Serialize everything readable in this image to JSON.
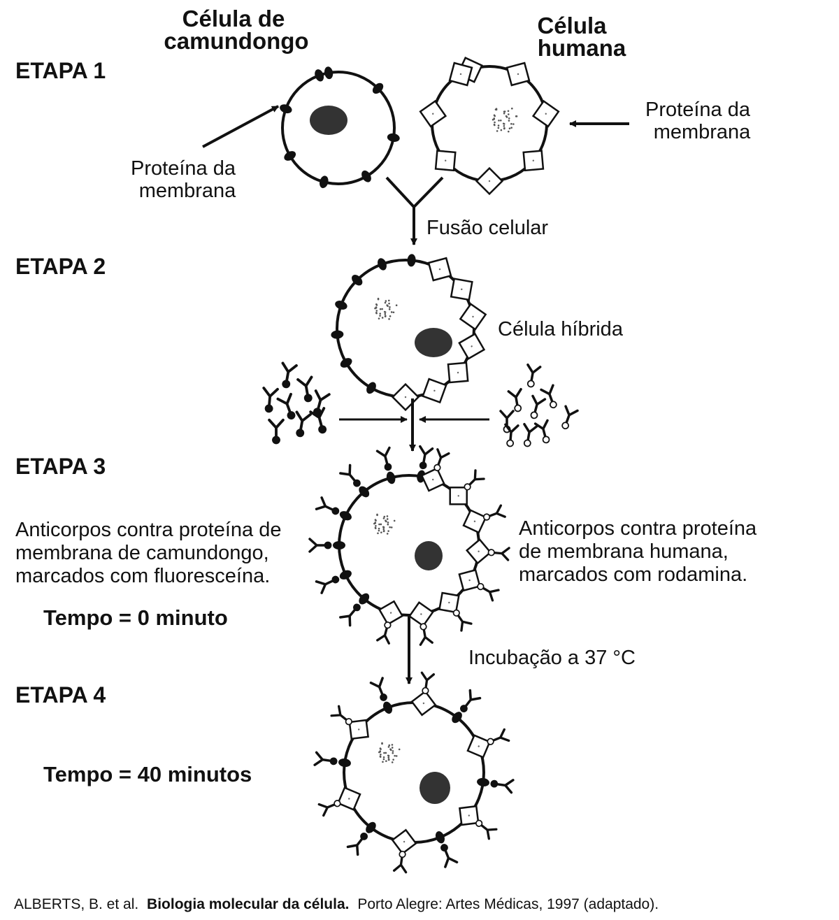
{
  "titles": {
    "mouse_line1": "Célula de",
    "mouse_line2": "camundongo",
    "human_line1": "Célula",
    "human_line2": "humana"
  },
  "stages": {
    "s1": "ETAPA 1",
    "s2": "ETAPA 2",
    "s3": "ETAPA 3",
    "s4": "ETAPA 4"
  },
  "labels": {
    "protein_left_1": "Proteína da",
    "protein_left_2": "membrana",
    "protein_right_1": "Proteína da",
    "protein_right_2": "membrana",
    "fusion": "Fusão celular",
    "hybrid": "Célula híbrida",
    "ab_mouse_1": "Anticorpos contra proteína de",
    "ab_mouse_2": "membrana de camundongo,",
    "ab_mouse_3": "marcados com fluoresceína.",
    "ab_human_1": "Anticorpos contra proteína",
    "ab_human_2": "de membrana humana,",
    "ab_human_3": "marcados com rodamina.",
    "time0": "Tempo = 0 minuto",
    "incubation": "Incubação a 37 °C",
    "time40": "Tempo = 40 minutos"
  },
  "citation": {
    "authors": "ALBERTS, B. et al.",
    "title": "Biologia molecular da célula.",
    "rest": "Porto Alegre: Artes Médicas, 1997 (adaptado)."
  }
}
